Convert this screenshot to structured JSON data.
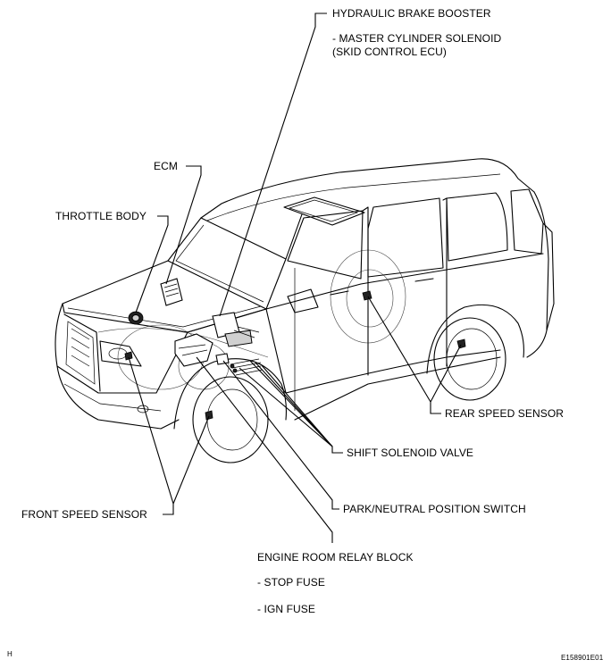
{
  "labels": {
    "hydraulic_brake_booster": "HYDRAULIC BRAKE BOOSTER",
    "master_cylinder_solenoid": "- MASTER CYLINDER SOLENOID",
    "skid_control_ecu": "(SKID CONTROL ECU)",
    "ecm": "ECM",
    "throttle_body": "THROTTLE BODY",
    "rear_speed_sensor": "REAR SPEED SENSOR",
    "shift_solenoid_valve": "SHIFT SOLENOID VALVE",
    "park_neutral_position_switch": "PARK/NEUTRAL POSITION SWITCH",
    "front_speed_sensor": "FRONT SPEED SENSOR",
    "engine_room_relay_block": "ENGINE ROOM RELAY BLOCK",
    "stop_fuse": "- STOP FUSE",
    "ign_fuse": "- IGN FUSE"
  },
  "footer": {
    "left_code": "H",
    "figure_id": "E158901E01"
  }
}
